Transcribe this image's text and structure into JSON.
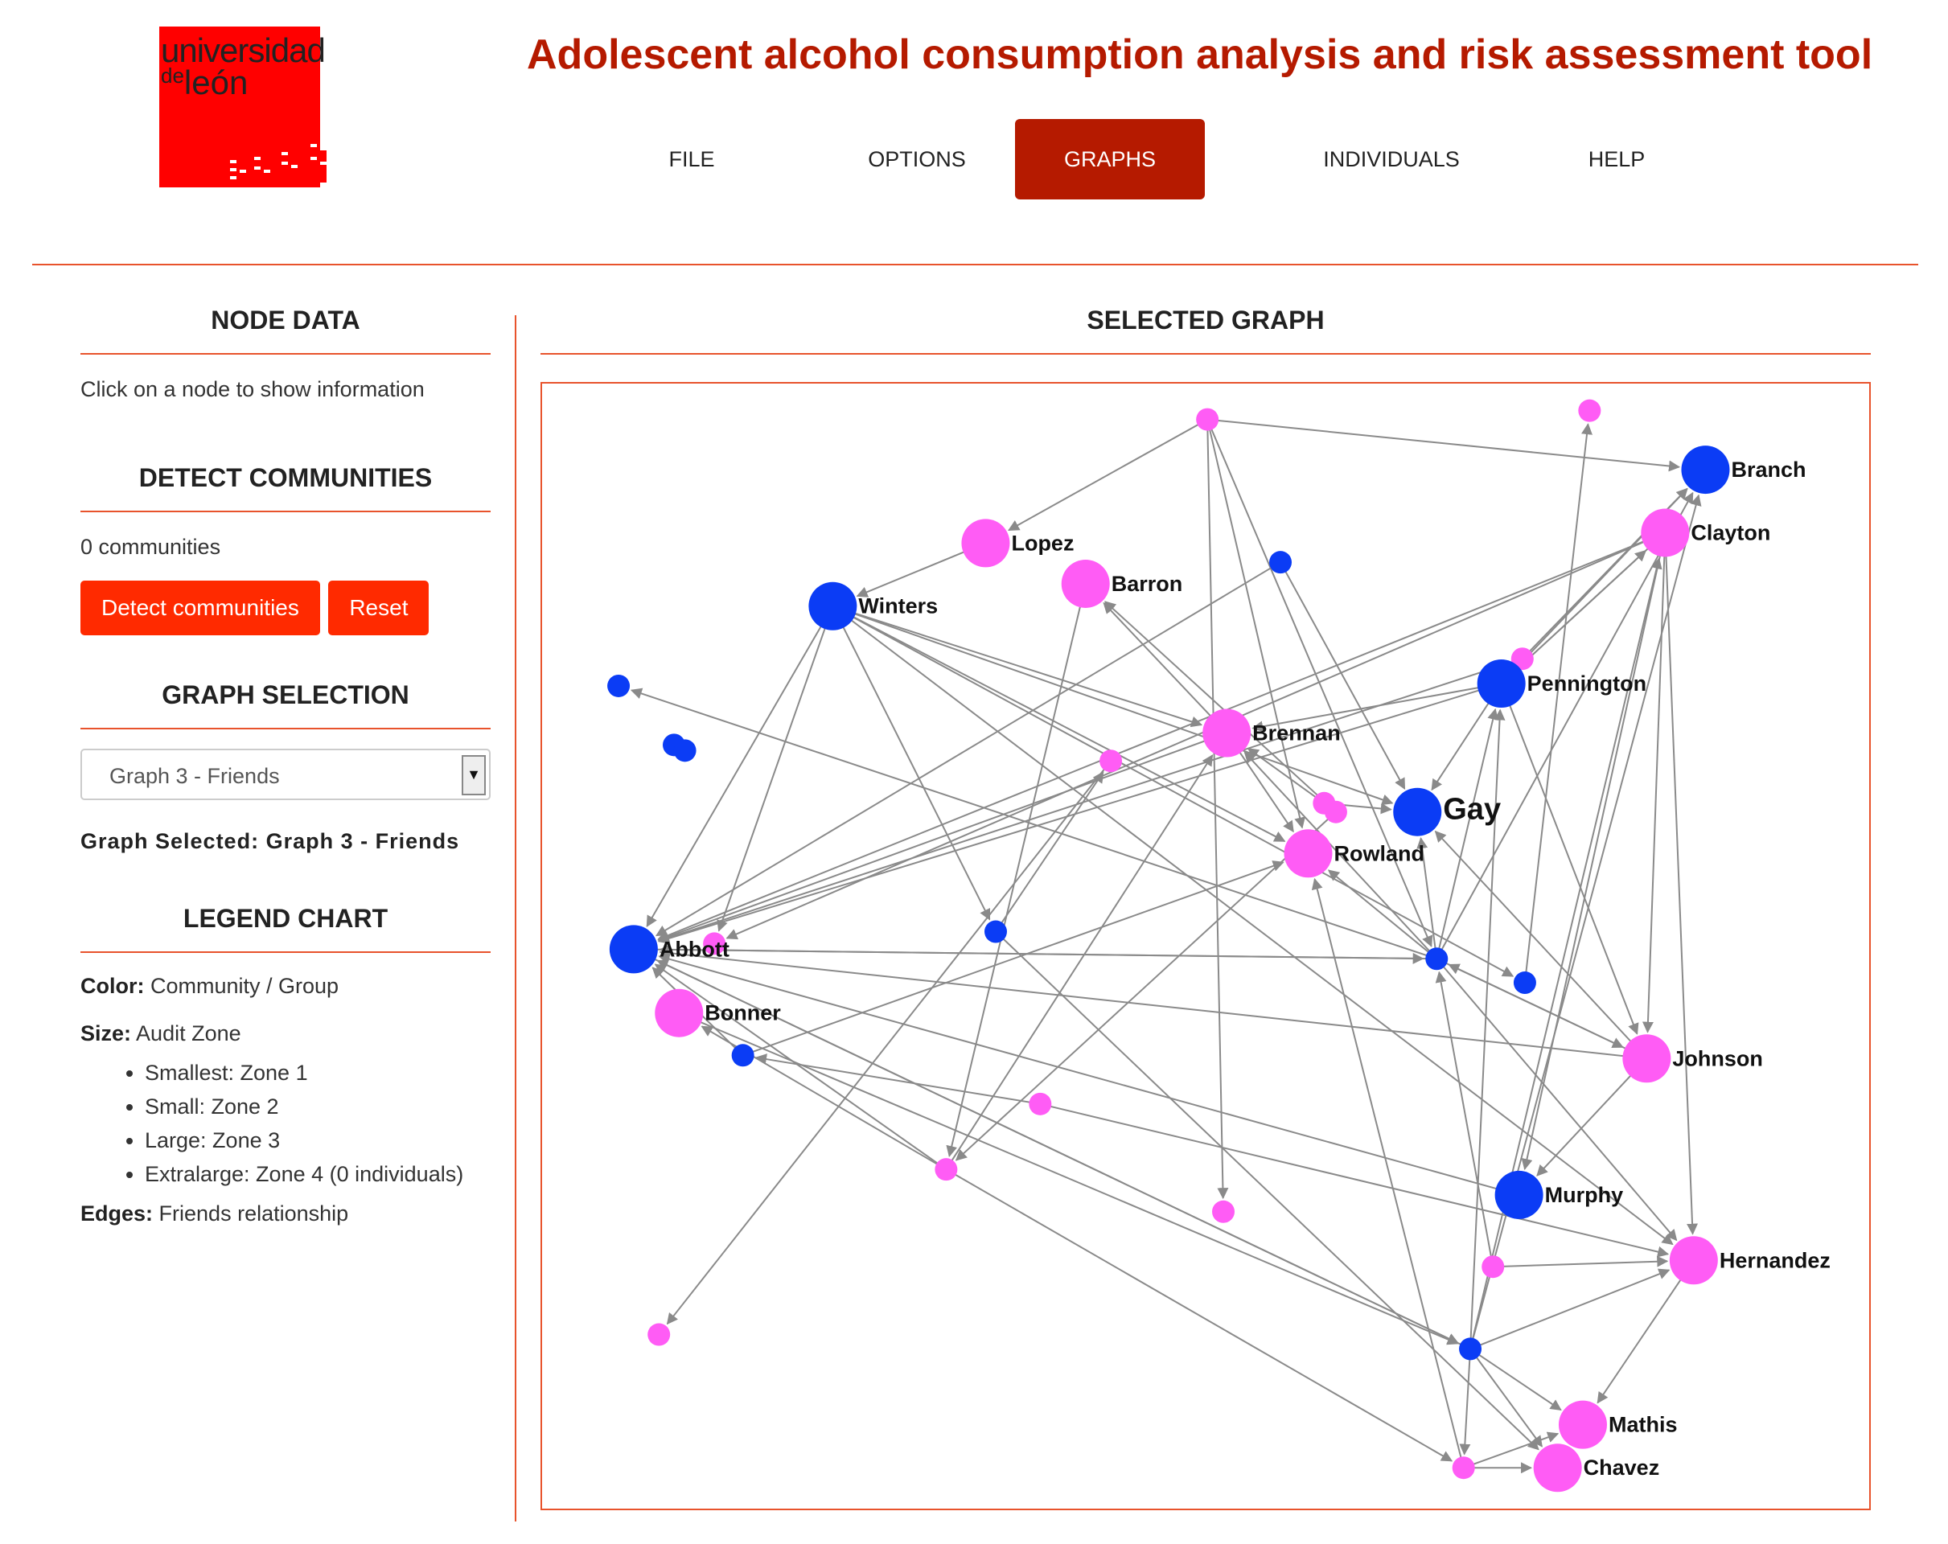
{
  "logo": {
    "line1": "universidad",
    "line2_small": "de",
    "line2": "león"
  },
  "app_title": "Adolescent alcohol consumption analysis and risk assessment tool",
  "nav": {
    "items": [
      {
        "label": "FILE",
        "active": false
      },
      {
        "label": "OPTIONS",
        "active": false
      },
      {
        "label": "GRAPHS",
        "active": true
      },
      {
        "label": "INDIVIDUALS",
        "active": false
      },
      {
        "label": "HELP",
        "active": false
      }
    ]
  },
  "sidebar": {
    "node_data": {
      "title": "NODE DATA",
      "hint": "Click on a node to show information"
    },
    "communities": {
      "title": "DETECT COMMUNITIES",
      "count_text": "0 communities",
      "detect_label": "Detect communities",
      "reset_label": "Reset"
    },
    "graph_selection": {
      "title": "GRAPH SELECTION",
      "selected_option": "Graph 3 - Friends",
      "selected_prefix": "Graph Selected:",
      "selected_value": "Graph 3 - Friends"
    },
    "legend": {
      "title": "LEGEND CHART",
      "color_label": "Color:",
      "color_value": "Community / Group",
      "size_label": "Size:",
      "size_value": "Audit Zone",
      "sizes": [
        "Smallest: Zone 1",
        "Small: Zone 2",
        "Large: Zone 3",
        "Extralarge: Zone 4 (0 individuals)"
      ],
      "edges_label": "Edges:",
      "edges_value": "Friends relationship"
    }
  },
  "graph": {
    "title": "SELECTED GRAPH",
    "colors": {
      "blue_group": "#0b3cf5",
      "pink_group": "#ff5cf5",
      "edge": "#8a8a8a"
    },
    "nodes": [
      {
        "id": 1,
        "label": "",
        "group": "pink",
        "zone": 1
      },
      {
        "id": 2,
        "label": "",
        "group": "pink",
        "zone": 1
      },
      {
        "id": 3,
        "label": "Branch",
        "group": "blue",
        "zone": 3
      },
      {
        "id": 4,
        "label": "Clayton",
        "group": "pink",
        "zone": 3
      },
      {
        "id": 5,
        "label": "Lopez",
        "group": "pink",
        "zone": 3
      },
      {
        "id": 6,
        "label": "Barron",
        "group": "pink",
        "zone": 3
      },
      {
        "id": 7,
        "label": "",
        "group": "blue",
        "zone": 1
      },
      {
        "id": 8,
        "label": "Winters",
        "group": "blue",
        "zone": 3
      },
      {
        "id": 9,
        "label": "",
        "group": "pink",
        "zone": 1
      },
      {
        "id": 10,
        "label": "Pennington",
        "group": "blue",
        "zone": 3
      },
      {
        "id": 11,
        "label": "",
        "group": "blue",
        "zone": 1
      },
      {
        "id": 12,
        "label": "Brennan",
        "group": "pink",
        "zone": 3
      },
      {
        "id": 13,
        "label": "",
        "group": "blue",
        "zone": 1
      },
      {
        "id": 14,
        "label": "",
        "group": "blue",
        "zone": 1
      },
      {
        "id": 15,
        "label": "",
        "group": "pink",
        "zone": 1
      },
      {
        "id": 16,
        "label": "",
        "group": "pink",
        "zone": 1
      },
      {
        "id": 17,
        "label": "",
        "group": "pink",
        "zone": 1
      },
      {
        "id": 18,
        "label": "Gay",
        "group": "blue",
        "zone": 3
      },
      {
        "id": 19,
        "label": "Rowland",
        "group": "pink",
        "zone": 3
      },
      {
        "id": 20,
        "label": "",
        "group": "blue",
        "zone": 1
      },
      {
        "id": 21,
        "label": "",
        "group": "pink",
        "zone": 1
      },
      {
        "id": 22,
        "label": "",
        "group": "blue",
        "zone": 1
      },
      {
        "id": 23,
        "label": "Abbott",
        "group": "blue",
        "zone": 3
      },
      {
        "id": 24,
        "label": "",
        "group": "blue",
        "zone": 1
      },
      {
        "id": 25,
        "label": "Bonner",
        "group": "pink",
        "zone": 3
      },
      {
        "id": 26,
        "label": "",
        "group": "blue",
        "zone": 1
      },
      {
        "id": 27,
        "label": "Johnson",
        "group": "pink",
        "zone": 3
      },
      {
        "id": 28,
        "label": "",
        "group": "pink",
        "zone": 1
      },
      {
        "id": 29,
        "label": "",
        "group": "pink",
        "zone": 1
      },
      {
        "id": 30,
        "label": "",
        "group": "pink",
        "zone": 1
      },
      {
        "id": 31,
        "label": "Murphy",
        "group": "blue",
        "zone": 3
      },
      {
        "id": 32,
        "label": "",
        "group": "pink",
        "zone": 1
      },
      {
        "id": 33,
        "label": "Hernandez",
        "group": "pink",
        "zone": 3
      },
      {
        "id": 34,
        "label": "",
        "group": "pink",
        "zone": 1
      },
      {
        "id": 35,
        "label": "",
        "group": "blue",
        "zone": 1
      },
      {
        "id": 36,
        "label": "",
        "group": "pink",
        "zone": 1
      },
      {
        "id": 37,
        "label": "Mathis",
        "group": "pink",
        "zone": 3
      },
      {
        "id": 38,
        "label": "Chavez",
        "group": "pink",
        "zone": 3
      }
    ],
    "edges": [
      [
        1,
        3
      ],
      [
        1,
        5
      ],
      [
        1,
        19
      ],
      [
        1,
        20
      ],
      [
        1,
        30
      ],
      [
        5,
        8
      ],
      [
        9,
        3
      ],
      [
        9,
        23
      ],
      [
        10,
        12
      ],
      [
        10,
        4
      ],
      [
        10,
        3
      ],
      [
        10,
        18
      ],
      [
        10,
        23
      ],
      [
        10,
        27
      ],
      [
        8,
        12
      ],
      [
        8,
        18
      ],
      [
        8,
        19
      ],
      [
        8,
        23
      ],
      [
        8,
        33
      ],
      [
        8,
        22
      ],
      [
        8,
        24
      ],
      [
        8,
        21
      ],
      [
        20,
        11
      ],
      [
        20,
        10
      ],
      [
        20,
        12
      ],
      [
        20,
        18
      ],
      [
        20,
        19
      ],
      [
        20,
        23
      ],
      [
        20,
        27
      ],
      [
        20,
        33
      ],
      [
        20,
        3
      ],
      [
        12,
        6
      ],
      [
        12,
        19
      ],
      [
        12,
        23
      ],
      [
        16,
        18
      ],
      [
        16,
        12
      ],
      [
        6,
        29
      ],
      [
        7,
        18
      ],
      [
        7,
        23
      ],
      [
        15,
        34
      ],
      [
        17,
        6
      ],
      [
        17,
        29
      ],
      [
        4,
        23
      ],
      [
        4,
        31
      ],
      [
        4,
        21
      ],
      [
        4,
        27
      ],
      [
        4,
        33
      ],
      [
        4,
        10
      ],
      [
        23,
        20
      ],
      [
        23,
        35
      ],
      [
        24,
        2
      ],
      [
        22,
        15
      ],
      [
        22,
        38
      ],
      [
        27,
        18
      ],
      [
        27,
        20
      ],
      [
        27,
        31
      ],
      [
        27,
        23
      ],
      [
        35,
        4
      ],
      [
        35,
        10
      ],
      [
        35,
        3
      ],
      [
        35,
        23
      ],
      [
        35,
        33
      ],
      [
        35,
        37
      ],
      [
        35,
        38
      ],
      [
        32,
        33
      ],
      [
        32,
        20
      ],
      [
        31,
        23
      ],
      [
        26,
        23
      ],
      [
        26,
        19
      ],
      [
        28,
        26
      ],
      [
        28,
        33
      ],
      [
        29,
        25
      ],
      [
        29,
        12
      ],
      [
        29,
        23
      ],
      [
        29,
        36
      ],
      [
        36,
        37
      ],
      [
        36,
        19
      ],
      [
        36,
        38
      ],
      [
        33,
        37
      ],
      [
        25,
        35
      ],
      [
        35,
        36
      ]
    ]
  }
}
